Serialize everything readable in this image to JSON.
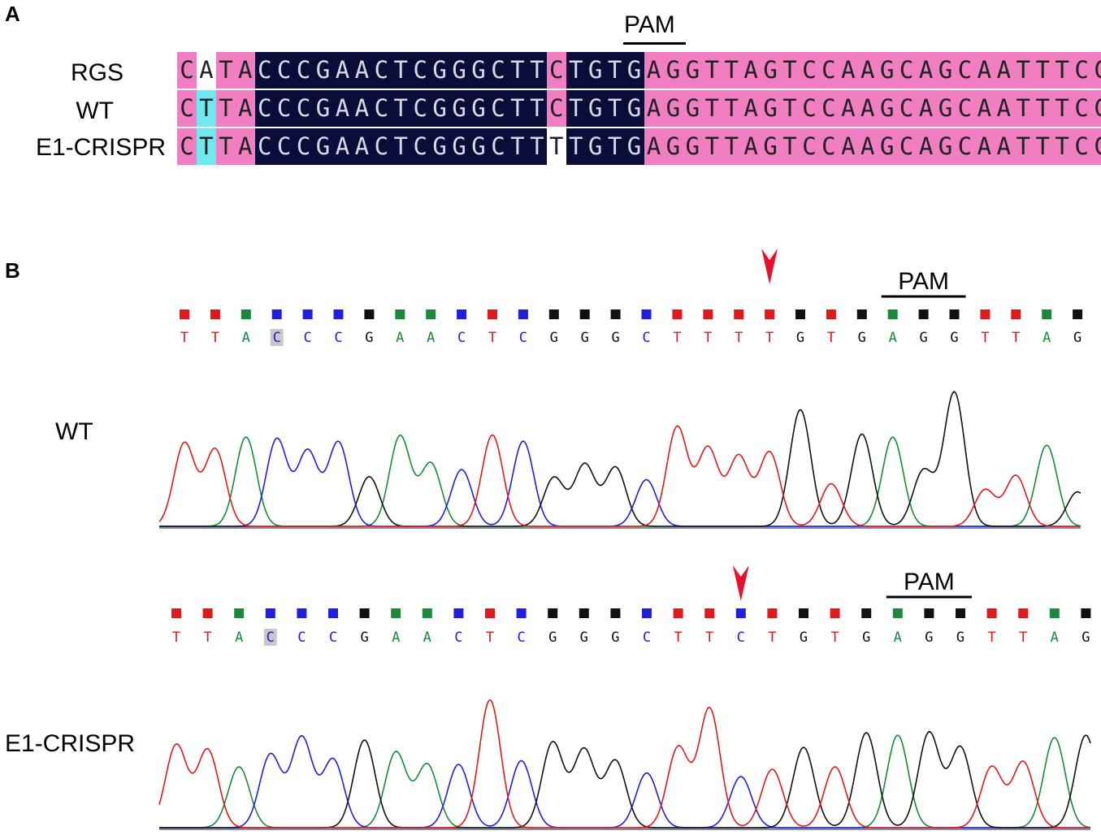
{
  "panel_a": {
    "letter": "A",
    "pam_label": "PAM",
    "rows": [
      {
        "label": "RGS",
        "sequence": "CATACCCGAACTCGGGCTTCTGTGAGGTTAGTCCAAGCAGCAATTTCCT"
      },
      {
        "label": "WT",
        "sequence": "CTTACCCGAACTCGGGCTTCTGTGAGGTTAGTCCAAGCAGCAATTTCCT"
      },
      {
        "label": "E1-CRISPR",
        "sequence": "CTTACCCGAACTCGGGCTTTTGTGAGGTTAGTCCAAGCAGCAATTTCCT"
      }
    ],
    "highlight_colors": {
      "conserved": "#f07ec0",
      "target": "#0a0c3a",
      "variant": "#6fe9ef",
      "mismatch": "#ffffff"
    }
  },
  "panel_b": {
    "letter": "B",
    "base_colors": {
      "A": "#1a8a3a",
      "C": "#1f1fe0",
      "G": "#111111",
      "T": "#e01a1a"
    },
    "arrow_color": "#e8112d",
    "traces": [
      {
        "label": "WT",
        "pam_label": "PAM",
        "bases": [
          "T",
          "T",
          "A",
          "C",
          "C",
          "C",
          "G",
          "A",
          "A",
          "C",
          "T",
          "C",
          "G",
          "G",
          "G",
          "C",
          "T",
          "T",
          "T",
          "T",
          "G",
          "T",
          "G",
          "A",
          "G",
          "G",
          "T",
          "T",
          "A",
          "G"
        ],
        "highlighted_base_index": 3,
        "arrow_base_index": 19,
        "peak_heights": [
          0.82,
          0.76,
          0.88,
          0.86,
          0.74,
          0.83,
          0.49,
          0.89,
          0.62,
          0.56,
          0.9,
          0.84,
          0.48,
          0.61,
          0.58,
          0.46,
          0.98,
          0.77,
          0.69,
          0.73,
          1.15,
          0.42,
          0.91,
          0.88,
          0.55,
          1.32,
          0.36,
          0.5,
          0.8,
          0.34
        ]
      },
      {
        "label": "E1-CRISPR",
        "pam_label": "PAM",
        "bases": [
          "T",
          "T",
          "A",
          "C",
          "C",
          "C",
          "G",
          "A",
          "A",
          "C",
          "T",
          "C",
          "G",
          "G",
          "G",
          "C",
          "T",
          "T",
          "C",
          "T",
          "G",
          "T",
          "G",
          "A",
          "G",
          "G",
          "T",
          "T",
          "A",
          "G"
        ],
        "highlighted_base_index": 3,
        "arrow_base_index": 18,
        "peak_heights": [
          0.68,
          0.64,
          0.5,
          0.6,
          0.74,
          0.56,
          0.72,
          0.62,
          0.52,
          0.52,
          1.05,
          0.55,
          0.7,
          0.64,
          0.55,
          0.45,
          0.66,
          0.98,
          0.42,
          0.48,
          0.66,
          0.5,
          0.78,
          0.76,
          0.78,
          0.66,
          0.5,
          0.54,
          0.74,
          0.76
        ]
      }
    ]
  }
}
